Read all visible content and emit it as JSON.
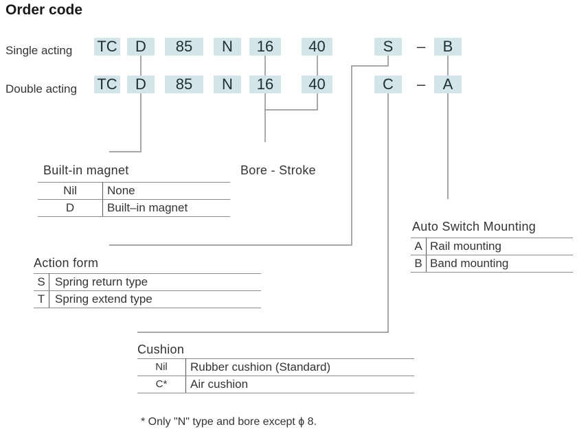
{
  "title": "Order code",
  "rows": [
    {
      "label": "Single acting",
      "codes": {
        "series": "TC",
        "magnet": "D",
        "model": "85",
        "type": "N",
        "bore": "16",
        "stroke": "40",
        "action": "S",
        "separator": "–",
        "mounting": "B"
      }
    },
    {
      "label": "Double acting",
      "codes": {
        "series": "TC",
        "magnet": "D",
        "model": "85",
        "type": "N",
        "bore": "16",
        "stroke": "40",
        "action": "C",
        "separator": "–",
        "mounting": "A"
      }
    }
  ],
  "built_in_magnet": {
    "title": "Built-in magnet",
    "options": [
      {
        "code": "Nil",
        "desc": "None"
      },
      {
        "code": "D",
        "desc": "Built–in magnet"
      }
    ]
  },
  "bore_stroke": {
    "title": "Bore - Stroke"
  },
  "auto_switch_mounting": {
    "title": "Auto Switch Mounting",
    "options": [
      {
        "code": "A",
        "desc": "Rail mounting"
      },
      {
        "code": "B",
        "desc": "Band mounting"
      }
    ]
  },
  "action_form": {
    "title": "Action form",
    "options": [
      {
        "code": "S",
        "desc": "Spring return type"
      },
      {
        "code": "T",
        "desc": "Spring extend type"
      }
    ]
  },
  "cushion": {
    "title": "Cushion",
    "options": [
      {
        "code": "Nil",
        "desc": "Rubber cushion (Standard)"
      },
      {
        "code": "C*",
        "desc": "Air cushion"
      }
    ]
  },
  "footnote": "* Only \"N\" type and bore except  ϕ 8.",
  "colors": {
    "code_box": "#d4e5e9",
    "line": "#777777"
  }
}
